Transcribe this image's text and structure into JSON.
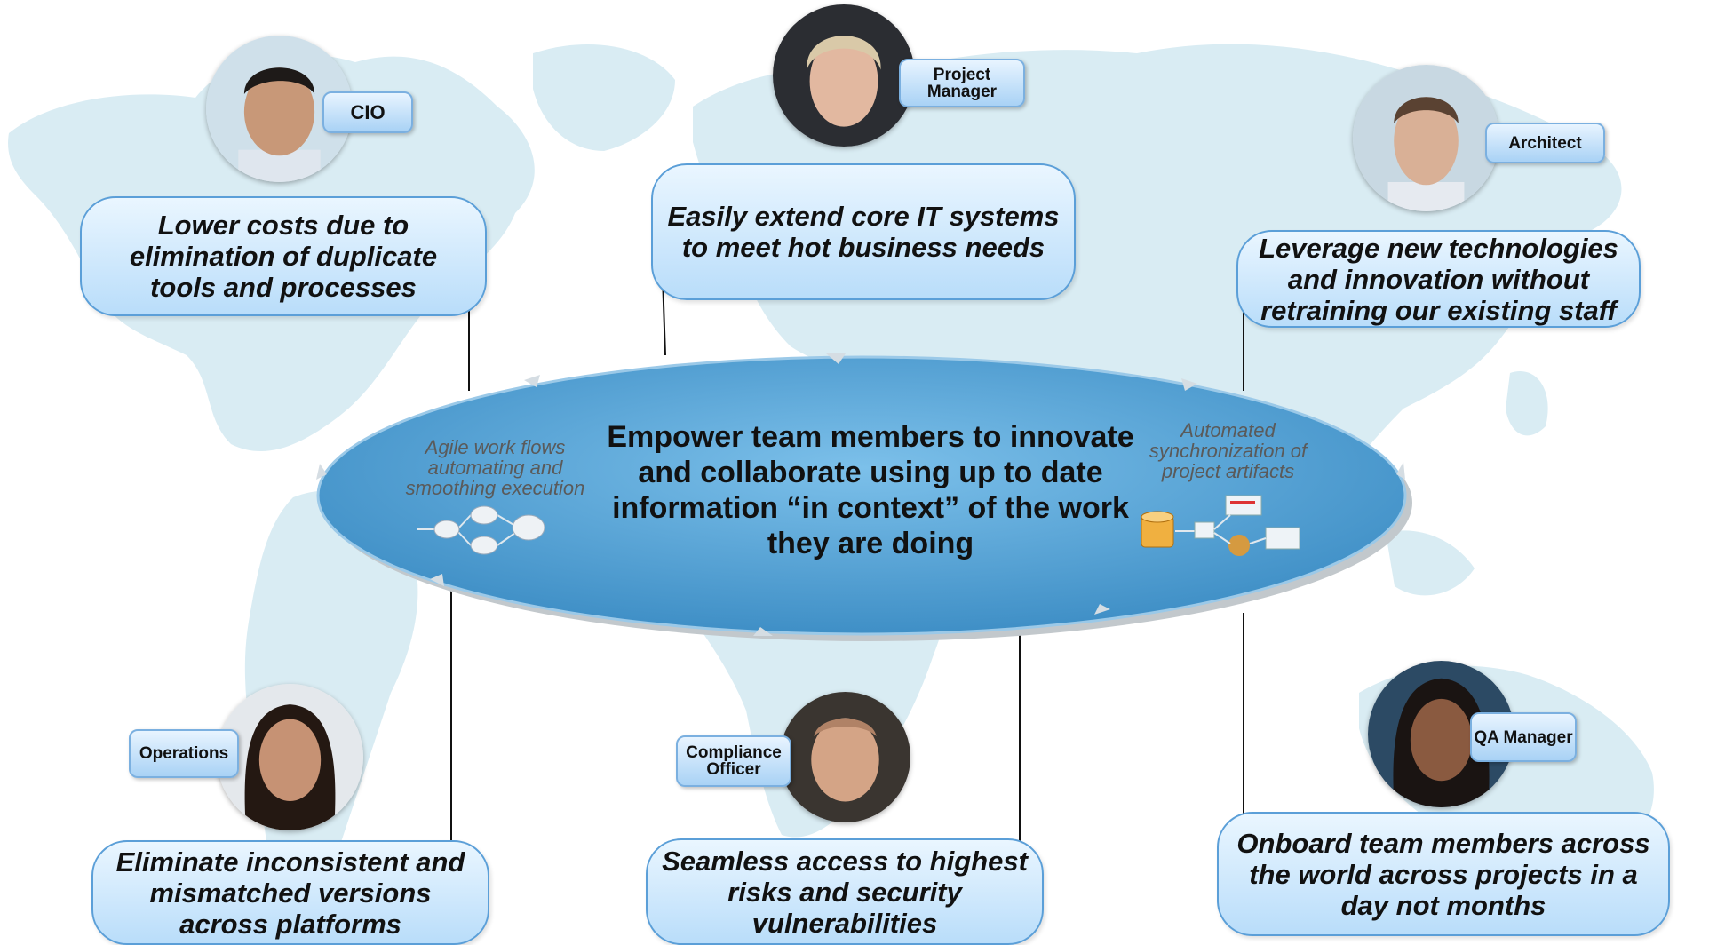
{
  "center": {
    "text": "Empower team members to innovate and collaborate using up to date information “in context” of the work they are doing",
    "left_caption": "Agile work flows automating and smoothing execution",
    "right_caption": "Automated synchronization of project artifacts"
  },
  "roles": {
    "cio": "CIO",
    "project_manager": "Project Manager",
    "architect": "Architect",
    "operations": "Operations",
    "compliance_officer": "Compliance Officer",
    "qa_manager": "QA Manager"
  },
  "benefits": {
    "cio": "Lower costs due to elimination of duplicate tools and processes",
    "project_manager": "Easily extend core IT systems to meet hot business needs",
    "architect": "Leverage new technologies and innovation without retraining our existing staff",
    "operations": "Eliminate inconsistent and mismatched versions across platforms",
    "compliance_officer": "Seamless access to highest risks and security vulnerabilities",
    "qa_manager": "Onboard team members across the world across projects in a day not months"
  },
  "colors": {
    "ellipse": "#4d9fd3",
    "bubble_border": "#5b9fd8",
    "map": "#d8ecf3"
  }
}
